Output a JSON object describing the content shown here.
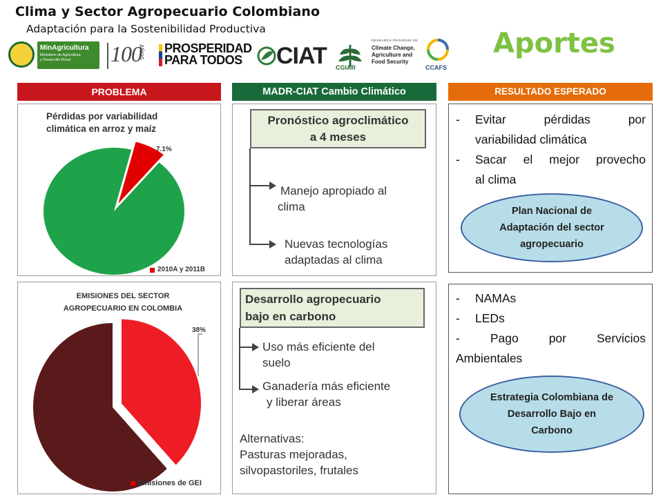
{
  "header": {
    "title": "Clima y Sector Agropecuario Colombiano",
    "subtitle": "Adaptación para la Sostenibilidad Productiva",
    "page_title": "Aportes"
  },
  "logos": {
    "minagri_name": "MinAgricultura",
    "minagri_sub_1": "Ministerio de Agricultura",
    "minagri_sub_2": "y Desarrollo Rural",
    "hundred": "100",
    "anos": "AÑOS",
    "prosperidad_1": "PROSPERIDAD",
    "prosperidad_2": "PARA TODOS",
    "ciat": "CIAT",
    "cgiar": "CGIAR",
    "research_program": "RESEARCH PROGRAM ON",
    "ccafs_line_1": "Climate Change,",
    "ccafs_line_2": "Agriculture and",
    "ccafs_line_3": "Food Security",
    "ccafs": "CCAFS"
  },
  "columns": {
    "problema": "PROBLEMA",
    "madr": "MADR-CIAT  Cambio Climático",
    "resultado": "RESULTADO ESPERADO"
  },
  "chart_data": [
    {
      "type": "pie",
      "title": "Pérdidas por variabilidad climática en arroz y maíz",
      "title_line_1": "Pérdidas por variabilidad",
      "title_line_2": "climática en arroz y maíz",
      "slices": [
        {
          "name": "2010A y 2011B",
          "value": 7.1,
          "label": "7.1%",
          "color": "#e00000",
          "exploded": true
        },
        {
          "name": "",
          "value": 92.9,
          "color": "#1fa34a"
        }
      ],
      "legend": [
        "2010A y 2011B"
      ],
      "legend_position": "bottom-right"
    },
    {
      "type": "pie",
      "title": "EMISIONES DEL SECTOR AGROPECUARIO EN COLOMBIA",
      "title_line_1": "EMISIONES DEL SECTOR",
      "title_line_2": "AGROPECUARIO EN COLOMBIA",
      "slices": [
        {
          "name": "Emisiones de GEI",
          "value": 38,
          "label": "38%",
          "color": "#ee1c24",
          "exploded": true
        },
        {
          "name": "",
          "value": 62,
          "color": "#5a1a1c"
        }
      ],
      "legend": [
        "Emisiones de GEI"
      ],
      "legend_position": "bottom-right"
    }
  ],
  "madr": {
    "box1_line_1": "Pronóstico agroclimático",
    "box1_line_2": "a 4 meses",
    "item1_line_1": "Manejo apropiado al",
    "item1_line_2": "clima",
    "item2_line_1": "Nuevas tecnologías",
    "item2_line_2": "adaptadas al clima",
    "box2_line_1": "Desarrollo agropecuario",
    "box2_line_2": "bajo en carbono",
    "item3_line_1": "Uso más eficiente del",
    "item3_line_2": "suelo",
    "item4_line_1": "Ganadería más eficiente",
    "item4_line_2": "y liberar áreas",
    "alt_line_1": "Alternativas:",
    "alt_line_2": "Pasturas mejoradas,",
    "alt_line_3": "silvopastoriles, frutales"
  },
  "resultado": {
    "b1_line_1": "Evitar pérdidas por",
    "b1_line_2": "variabilidad climática",
    "b2_line_1": "Sacar el mejor provecho",
    "b2_line_2": "al clima",
    "oval1_line_1": "Plan Nacional de",
    "oval1_line_2": "Adaptación del sector",
    "oval1_line_3": "agropecuario",
    "c1": "NAMAs",
    "c2": "LEDs",
    "c3_line_1": "- Pago por Servicios",
    "c3_line_2": "Ambientales",
    "oval2_line_1": "Estrategia Colombiana de",
    "oval2_line_2": "Desarrollo Bajo en",
    "oval2_line_3": "Carbono"
  },
  "colors": {
    "aportes": "#7dc242",
    "problema": "#c8161d",
    "madr": "#196a3a",
    "resultado": "#e46c0a",
    "oval_fill": "#b7dde8",
    "oval_border": "#3a5fa0"
  }
}
